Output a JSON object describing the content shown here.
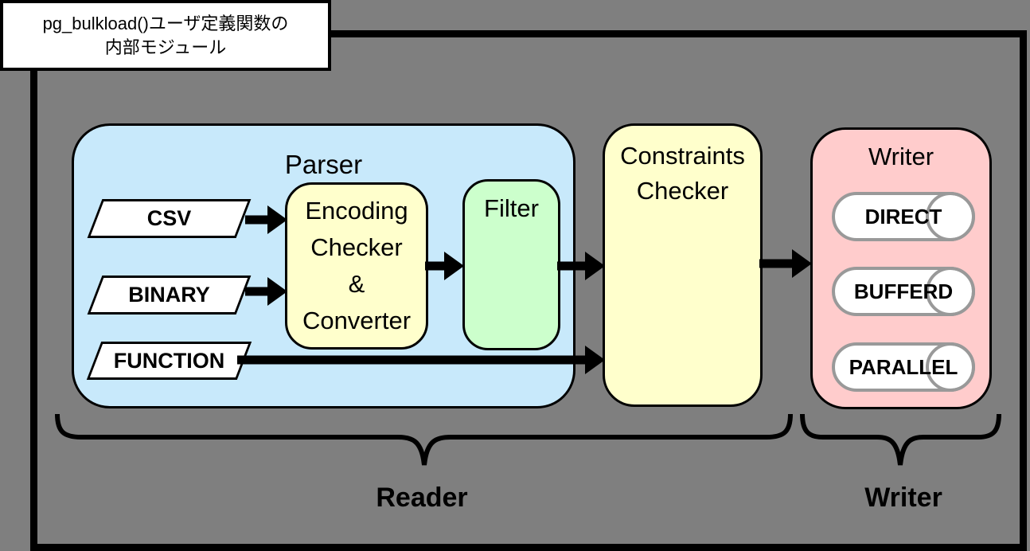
{
  "title_box": {
    "lines": [
      "pg_bulkload()ユーザ定義関数の",
      "内部モジュール"
    ]
  },
  "parser": {
    "label": "Parser",
    "inputs": [
      {
        "label": "CSV"
      },
      {
        "label": "BINARY"
      },
      {
        "label": "FUNCTION"
      }
    ],
    "encoding_converter": {
      "lines": [
        "Encoding",
        "Checker",
        "&",
        "Converter"
      ]
    },
    "filter": {
      "label": "Filter"
    }
  },
  "constraints_checker": {
    "lines": [
      "Constraints",
      "Checker"
    ]
  },
  "writer": {
    "label": "Writer",
    "modes": [
      "DIRECT",
      "BUFFERD",
      "PARALLEL"
    ]
  },
  "groups": {
    "reader_label": "Reader",
    "writer_label": "Writer"
  },
  "colors": {
    "background": "#7f7f7f",
    "parser_fill": "#c8e9fb",
    "module_yellow": "#ffffcc",
    "filter_green": "#ccffcc",
    "writer_pink": "#ffcccc",
    "shape_white": "#ffffff",
    "outline": "#000000",
    "pill_border": "#999999"
  }
}
